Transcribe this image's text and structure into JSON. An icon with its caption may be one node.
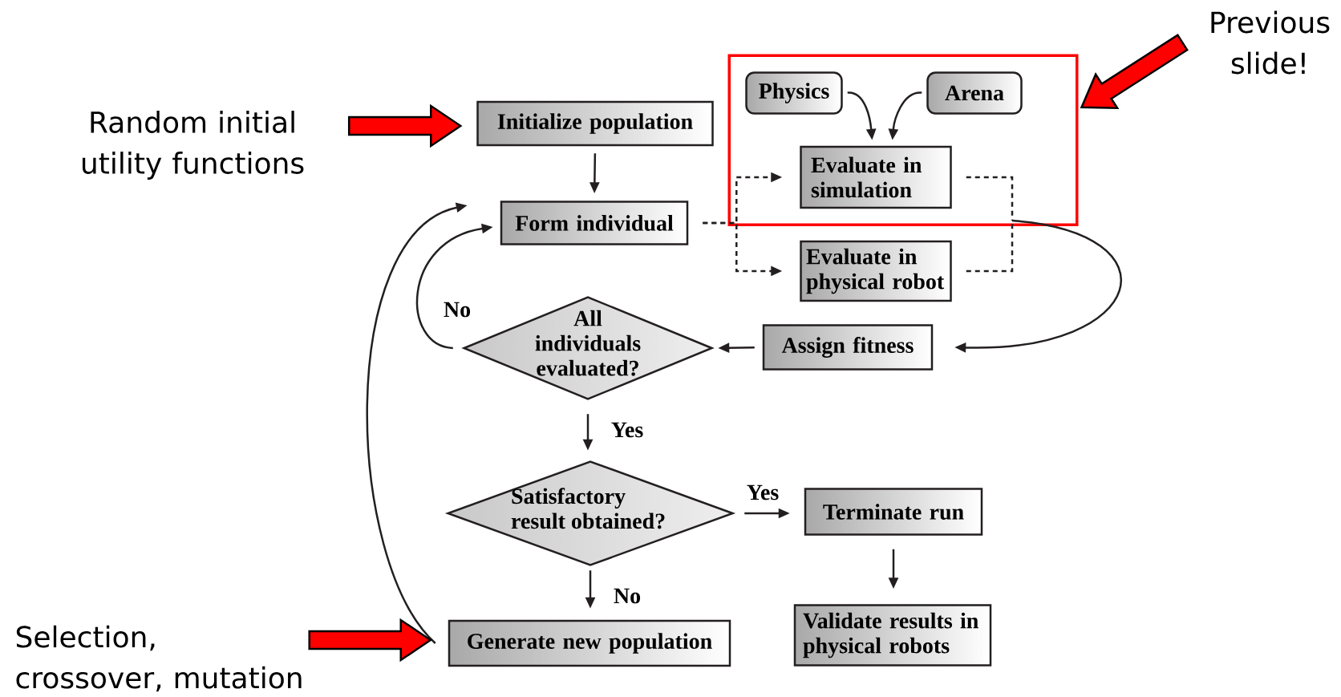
{
  "diagram": {
    "nodes": [
      {
        "text": [
          "Random initial utility functions"
        ]
      },
      {
        "text": [
          "Initialize population"
        ]
      },
      {
        "text": [],
        "shape": "box"
      },
      {
        "text": [
          "Physics"
        ],
        "in": 2
      },
      {
        "text": [
          "Arena"
        ],
        "in": 2
      },
      {
        "text": [
          "Evaluate in simulation"
        ],
        "in": 2
      },
      {
        "text": [
          "Previous slide!"
        ]
      },
      {
        "text": [
          "Form individual"
        ]
      },
      {
        "text": [
          "Evaluate in physical robot"
        ]
      },
      {
        "text": [
          "All individuals evaluated?"
        ]
      },
      {
        "text": [
          "Assign fitness"
        ]
      },
      {
        "text": [
          "Satisfactory result obtained?"
        ]
      },
      {
        "text": [
          "Terminate run"
        ]
      },
      {
        "text": [
          "Selection, crossover, mutation"
        ]
      },
      {
        "text": [
          "Generate new population"
        ]
      },
      {
        "text": [
          "Validate results in physical robots"
        ]
      }
    ],
    "edges": [
      {
        "from": 0,
        "to": 1,
        "arrow": "to",
        "style": "thick",
        "color": "#ff0000"
      },
      {
        "from": 6,
        "to": 2,
        "arrow": "to",
        "style": "thick",
        "color": "#ff0000"
      },
      {
        "from": 1,
        "to": 7,
        "arrow": "to"
      },
      {
        "from": 3,
        "to": 5,
        "arrow": "to"
      },
      {
        "from": 4,
        "to": 5,
        "arrow": "to"
      },
      {
        "from": 7,
        "to": 5,
        "arrow": "to",
        "style": "dashed"
      },
      {
        "from": 7,
        "to": 8,
        "arrow": "to",
        "style": "dashed"
      },
      {
        "from": 5,
        "to": 10,
        "arrow": "to"
      },
      {
        "from": 8,
        "to": 10,
        "arrow": "to"
      },
      {
        "from": 10,
        "to": 9,
        "arrow": "to"
      },
      {
        "from": 9,
        "to": 7,
        "arrow": "to",
        "label": "No"
      },
      {
        "from": 9,
        "to": 11,
        "arrow": "to",
        "label": "Yes"
      },
      {
        "from": 11,
        "to": 12,
        "arrow": "to",
        "label": "Yes"
      },
      {
        "from": 11,
        "to": 14,
        "arrow": "to",
        "label": "No"
      },
      {
        "from": 12,
        "to": 15,
        "arrow": "to"
      },
      {
        "from": 14,
        "to": 7,
        "arrow": "to"
      },
      {
        "from": 13,
        "to": 14,
        "arrow": "to",
        "style": "thick",
        "color": "#ff0000"
      }
    ]
  }
}
